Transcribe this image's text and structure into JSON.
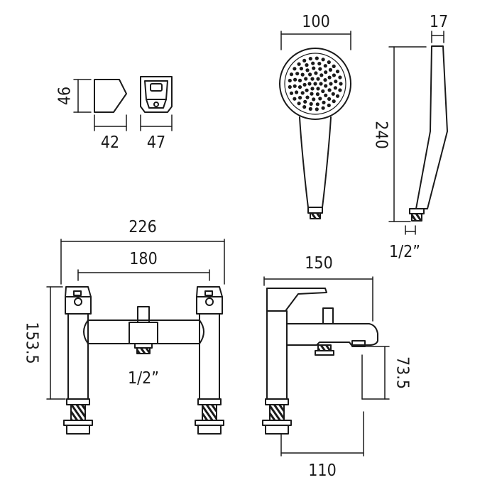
{
  "colors": {
    "ink": "#1a1a1a",
    "paper": "#ffffff"
  },
  "icons": [
    "wall-bracket-icon",
    "hand-shower-head-icon",
    "hand-shower-side-icon",
    "bath-shower-mixer-front-icon",
    "bath-shower-mixer-side-icon"
  ],
  "dimensions": {
    "bracket_height": "46",
    "bracket_depth": "42",
    "bracket_width": "47",
    "handset_head_width": "100",
    "handset_depth": "17",
    "handset_length": "240",
    "handset_thread": "1/2”",
    "mixer_total_width": "226",
    "mixer_centres": "180",
    "mixer_height": "153.5",
    "mixer_outlet_thread": "1/2”",
    "mixer_depth": "150",
    "spout_height": "73.5",
    "spout_projection": "110"
  }
}
